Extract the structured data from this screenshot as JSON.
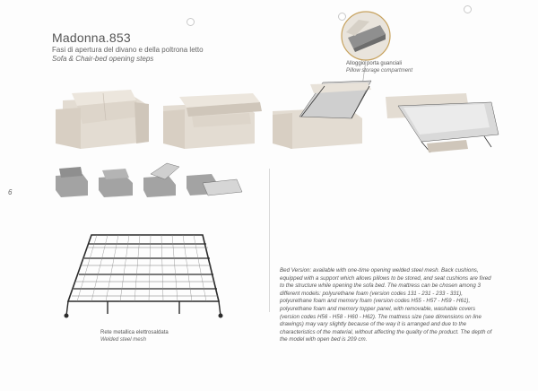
{
  "header": {
    "title": "Madonna.853",
    "subtitle_it": "Fasi di apertura del divano e della poltrona letto",
    "subtitle_en": "Sofa & Chair-bed opening steps"
  },
  "page_number": "6",
  "callouts": {
    "pillow_it": "Alloggio porta guanciali",
    "pillow_en": "Pillow storage compartment",
    "mesh_it": "Rete metallica elettrosaldata",
    "mesh_en": "Welded steel mesh"
  },
  "description": "Bed Version: available with one-time opening welded steel mesh. Back cushions, equipped with a support which allows pillows to be stored, and seat cushions are fixed to the structure while opening the sofa bed. The mattress can be chosen among 3 different models: polyurethane foam (version codes 131 - 231 - 233 - 331), polyurethane foam and memory foam (version codes H55 - H57 - H59 - H61), polyurethane foam and memory topper panel, with removable, washable covers (version codes H56 - H58 - H60 - H62). The mattress size (see dimensions on line drawings) may vary slightly because of the way it is arranged and due to the characteristics of the material, without affecting the quality of the product. The depth of the model with open bed is 209 cm.",
  "colors": {
    "upholstery": "#e3dcd2",
    "upholstery_shadow": "#cfc6ba",
    "grey_fabric": "#a3a3a3",
    "steel": "#2b2b2b"
  },
  "icons": [
    "sofa-image",
    "chair-image",
    "mesh-frame-image",
    "pillow-compartment-image"
  ]
}
